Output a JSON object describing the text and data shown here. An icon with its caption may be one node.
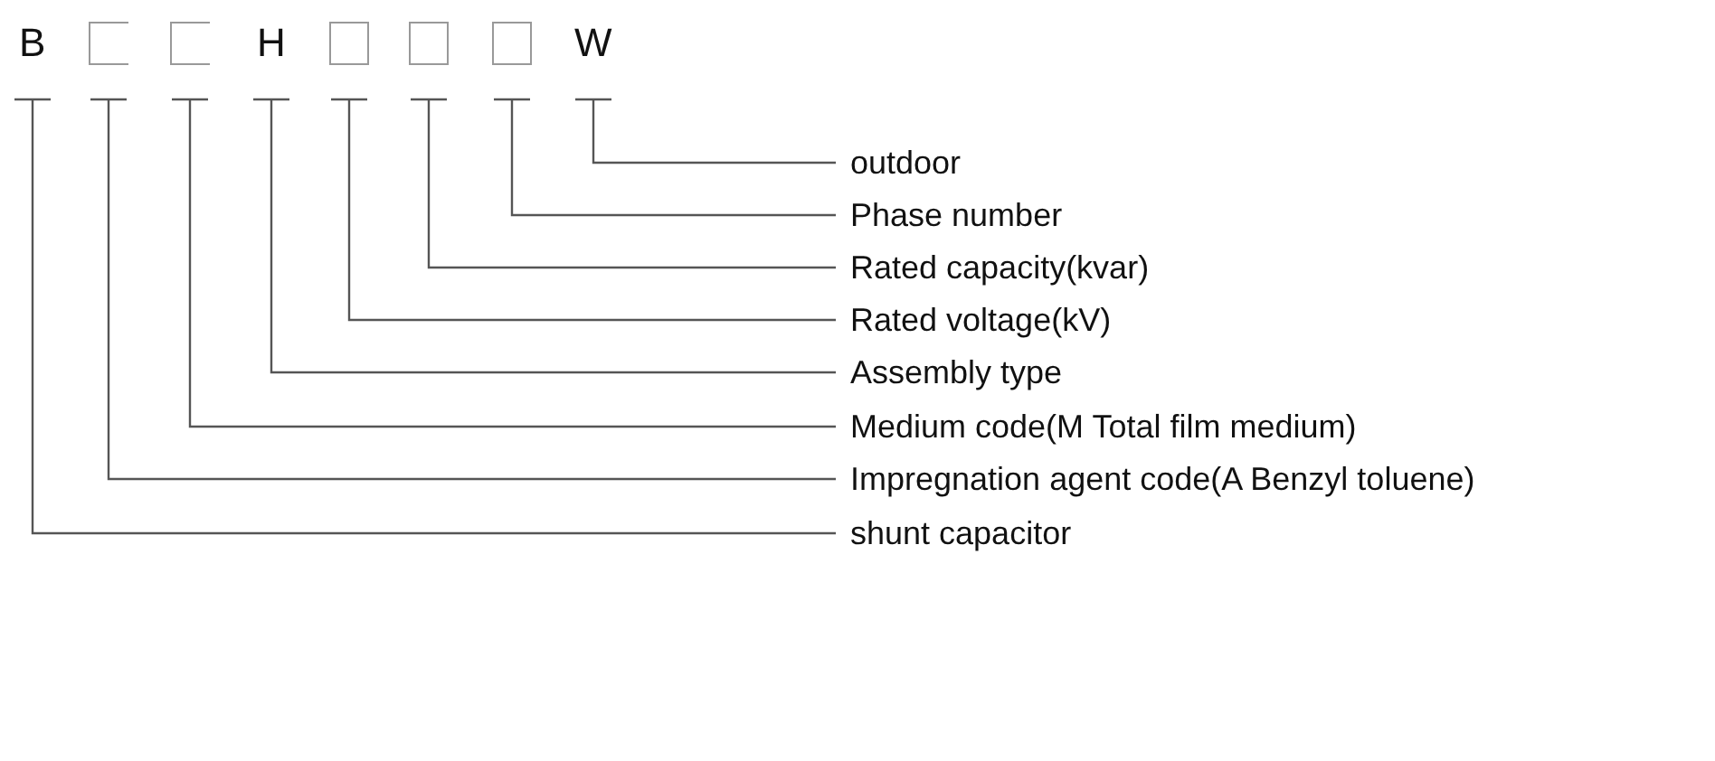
{
  "diagram": {
    "nodes": [
      {
        "text": [
          "B"
        ]
      },
      {
        "text": [],
        "shape": "box"
      },
      {
        "text": [],
        "shape": "box"
      },
      {
        "text": [
          "H"
        ]
      },
      {
        "text": [],
        "shape": "box"
      },
      {
        "text": [],
        "shape": "box"
      },
      {
        "text": [],
        "shape": "box"
      },
      {
        "text": [
          "W"
        ]
      },
      {
        "text": [
          "outdoor"
        ]
      },
      {
        "text": [
          "Phase number"
        ]
      },
      {
        "text": [
          "Rated capacity(kvar)"
        ]
      },
      {
        "text": [
          "Rated voltage(kV)"
        ]
      },
      {
        "text": [
          "Assembly type"
        ]
      },
      {
        "text": [
          "Medium code(M Total film medium)"
        ]
      },
      {
        "text": [
          "Impregnation agent code(A Benzyl toluene)"
        ]
      },
      {
        "text": [
          "shunt capacitor"
        ]
      }
    ],
    "edges": [
      {
        "from": 7,
        "to": 8,
        "arrow": "none"
      },
      {
        "from": 6,
        "to": 9,
        "arrow": "none"
      },
      {
        "from": 5,
        "to": 10,
        "arrow": "none"
      },
      {
        "from": 4,
        "to": 11,
        "arrow": "none"
      },
      {
        "from": 3,
        "to": 12,
        "arrow": "none"
      },
      {
        "from": 2,
        "to": 13,
        "arrow": "none"
      },
      {
        "from": 1,
        "to": 14,
        "arrow": "none"
      },
      {
        "from": 0,
        "to": 15,
        "arrow": "none"
      }
    ]
  }
}
